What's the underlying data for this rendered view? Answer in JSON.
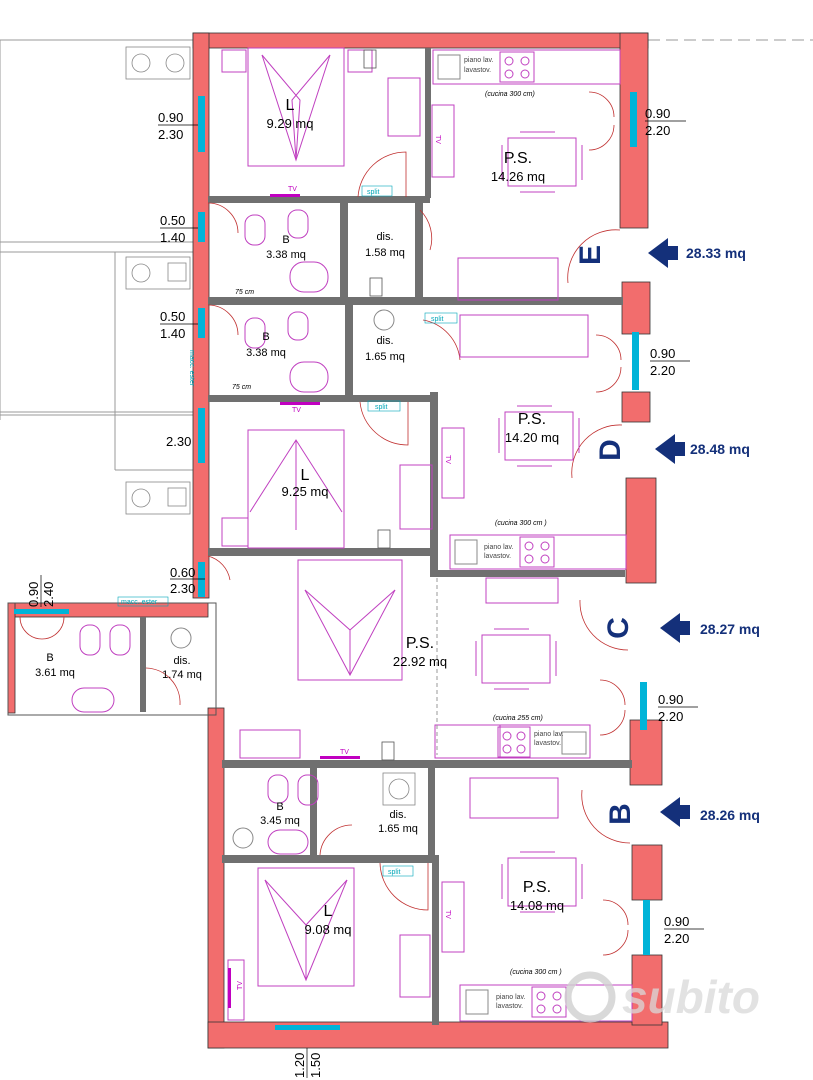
{
  "rooms": {
    "l_top": {
      "name": "L",
      "area": "9.29 mq"
    },
    "ps_e": {
      "name": "P.S.",
      "area": "14.26 mq"
    },
    "b1": {
      "name": "B",
      "area": "3.38 mq"
    },
    "dis1": {
      "name": "dis.",
      "area": "1.58 mq"
    },
    "b2": {
      "name": "B",
      "area": "3.38 mq"
    },
    "dis2": {
      "name": "dis.",
      "area": "1.65 mq"
    },
    "ps_d": {
      "name": "P.S.",
      "area": "14.20 mq"
    },
    "l_mid": {
      "name": "L",
      "area": "9.25 mq"
    },
    "ps_c": {
      "name": "P.S.",
      "area": "22.92 mq"
    },
    "b_ext": {
      "name": "B",
      "area": "3.61 mq"
    },
    "dis_ext": {
      "name": "dis.",
      "area": "1.74 mq"
    },
    "b3": {
      "name": "B",
      "area": "3.45 mq"
    },
    "dis3": {
      "name": "dis.",
      "area": "1.65 mq"
    },
    "l_bot": {
      "name": "L",
      "area": "9.08 mq"
    },
    "ps_b": {
      "name": "P.S.",
      "area": "14.08 mq"
    }
  },
  "units": [
    {
      "letter": "E",
      "area": "28.33 mq"
    },
    {
      "letter": "D",
      "area": "28.48 mq"
    },
    {
      "letter": "C",
      "area": "28.27 mq"
    },
    {
      "letter": "B",
      "area": "28.26 mq"
    }
  ],
  "dims": {
    "w1_top": "0.90",
    "w1_bot": "2.30",
    "w2_top": "0.90",
    "w2_bot": "2.20",
    "w3_top": "0.50",
    "w3_bot": "1.40",
    "w4_top": "0.50",
    "w4_bot": "1.40",
    "w5_top": "0.90",
    "w5_bot": "2.20",
    "w6": "2.30",
    "w7_top": "0.60",
    "w7_bot": "2.30",
    "w8_top": "0.90",
    "w8_bot": "2.40",
    "w9_top": "0.90",
    "w9_bot": "2.20",
    "w10_top": "0.90",
    "w10_bot": "2.20",
    "w11_top": "1.20",
    "w11_bot": "1.50"
  },
  "notes": {
    "cucina_e": "(cucina 300 cm)",
    "cucina_d": "(cucina 300 cm )",
    "cucina_c": "(cucina 255 cm)",
    "cucina_b": "(cucina 300 cm )",
    "width_75_a": "75 cm",
    "width_75_b": "75 cm"
  },
  "tags": {
    "split": "split",
    "tv": "TV",
    "macc_ester": "macc. ester",
    "piano_lav": "piano lav.",
    "lavastov": "lavastov."
  },
  "watermark": "subito",
  "colors": {
    "wall": "#f26d6d",
    "interior_wall": "#707070",
    "furniture": "#c040c0",
    "window": "#00b4d8",
    "unit_label": "#14307a"
  }
}
